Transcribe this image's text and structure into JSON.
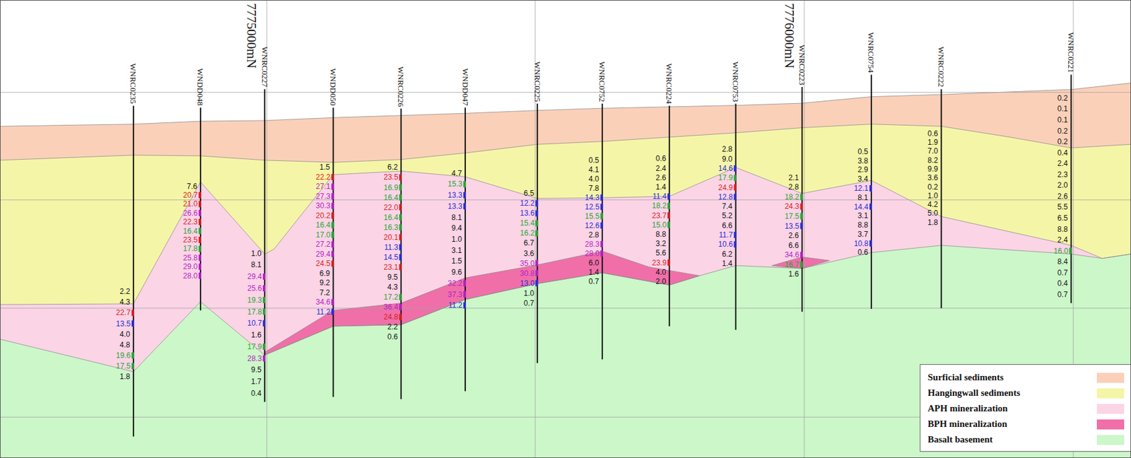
{
  "diagram": {
    "labels": [
      "7775000mN",
      "7776000mN",
      "WNRC0235",
      "2.2",
      "4.3",
      "22.7",
      "13.5",
      "4.0",
      "4.8",
      "19.6",
      "17.5",
      "1.8",
      "WNDD048",
      "7.6",
      "20.7",
      "21.0",
      "26.6",
      "22.3",
      "16.4",
      "23.5",
      "17.8",
      "25.8",
      "29.0",
      "28.0",
      "WNRC0227",
      "1.0",
      "8.1",
      "29.4",
      "25.6",
      "19.3",
      "17.8",
      "10.7",
      "1.6",
      "17.9",
      "28.3",
      "9.5",
      "1.7",
      "0.4",
      "WNDD050",
      "1.5",
      "22.2",
      "27.1",
      "27.3",
      "30.3",
      "20.2",
      "16.4",
      "17.0",
      "27.2",
      "29.4",
      "24.5",
      "6.9",
      "9.2",
      "7.2",
      "34.6",
      "11.2",
      "WNRC0226",
      "6.2",
      "23.5",
      "16.9",
      "16.4",
      "22.0",
      "16.4",
      "16.3",
      "20.1",
      "11.3",
      "14.5",
      "23.1",
      "9.5",
      "4.3",
      "17.2",
      "36.4",
      "24.8",
      "2.2",
      "0.6",
      "WNDD047",
      "4.7",
      "15.3",
      "13.3",
      "13.3",
      "8.1",
      "9.4",
      "1.0",
      "3.1",
      "1.5",
      "9.6",
      "32.2",
      "37.3",
      "11.2",
      "WNRC0225",
      "6.5",
      "12.2",
      "13.6",
      "15.4",
      "16.2",
      "6.7",
      "3.6",
      "35.0",
      "30.8",
      "13.0",
      "1.0",
      "0.7",
      "WNRC0752",
      "0.5",
      "4.1",
      "4.0",
      "7.8",
      "14.3",
      "12.5",
      "15.5",
      "12.6",
      "2.8",
      "28.3",
      "28.0",
      "6.0",
      "1.4",
      "0.7",
      "WNRC0224",
      "0.6",
      "2.4",
      "2.6",
      "1.4",
      "11.4",
      "18.2",
      "23.7",
      "15.0",
      "8.8",
      "3.2",
      "5.6",
      "23.9",
      "4.0",
      "2.0",
      "WNRC0753",
      "2.8",
      "9.0",
      "14.6",
      "17.9",
      "24.9",
      "12.8",
      "7.4",
      "5.2",
      "6.6",
      "11.7",
      "10.6",
      "6.2",
      "1.4",
      "WNRC0223",
      "2.1",
      "2.8",
      "18.2",
      "24.3",
      "17.5",
      "13.5",
      "2.6",
      "6.6",
      "34.6",
      "16.7",
      "1.6",
      "WNRC0754",
      "0.5",
      "3.8",
      "2.9",
      "3.4",
      "12.1",
      "8.1",
      "14.4",
      "3.1",
      "8.8",
      "3.7",
      "10.8",
      "0.6",
      "WNRC0222",
      "0.6",
      "1.9",
      "7.0",
      "8.2",
      "9.9",
      "3.6",
      "0.2",
      "1.0",
      "4.2",
      "5.0",
      "1.8",
      "WNRC0221",
      "0.2",
      "0.1",
      "0.1",
      "0.2",
      "0.2",
      "0.4",
      "2.4",
      "2.3",
      "2.0",
      "2.6",
      "5.5",
      "6.5",
      "8.8",
      "2.4",
      "16.0",
      "8.4",
      "0.7",
      "0.4",
      "0.7"
    ],
    "legend": [
      {
        "text": "Surficial sediments",
        "color": "#fbd0b9"
      },
      {
        "text": "Hangingwall sediments",
        "color": "#f5f5a8"
      },
      {
        "text": "APH mineralization",
        "color": "#fbd4e6"
      },
      {
        "text": "BPH mineralization",
        "color": "#f06fa9"
      },
      {
        "text": "Basalt basement",
        "color": "#ccf7c9"
      }
    ]
  }
}
